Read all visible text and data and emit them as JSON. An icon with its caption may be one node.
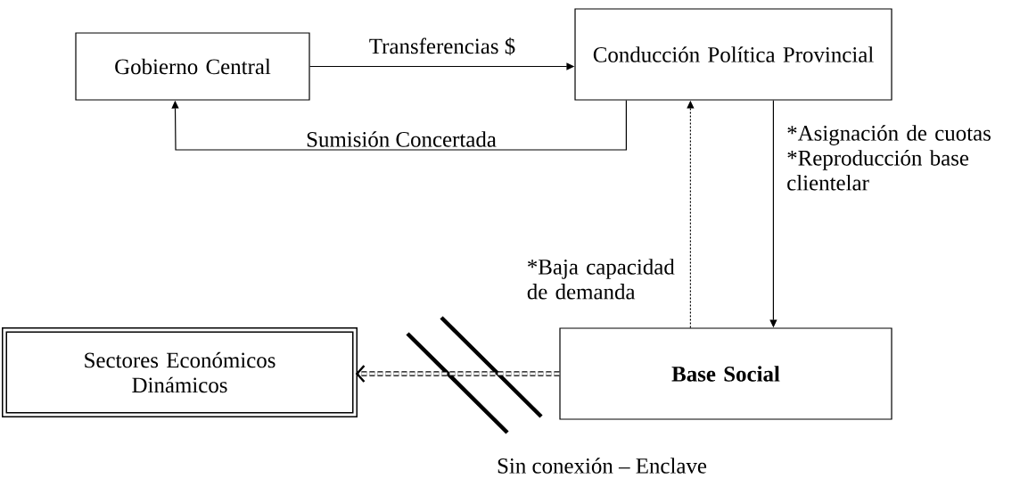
{
  "diagram": {
    "nodes": [
      {
        "text": [
          "Gobierno Central"
        ]
      },
      {
        "text": [
          "Conducción Política Provincial"
        ]
      },
      {
        "text": [
          "Base Social"
        ]
      },
      {
        "text": [
          "Sectores Económicos Dinámicos"
        ]
      }
    ],
    "edges": [
      {
        "from": 0,
        "to": 1,
        "arrow": "to",
        "label": "Transferencias $"
      },
      {
        "from": 1,
        "to": 0,
        "arrow": "to",
        "label": "Sumisión Concertada"
      },
      {
        "from": 1,
        "to": 2,
        "arrow": "to",
        "label": "*Asignación de cuotas *Reproducción base clientelar"
      },
      {
        "from": 2,
        "to": 1,
        "arrow": "to",
        "style": "dashed",
        "label": "*Baja capacidad de demanda"
      },
      {
        "from": 2,
        "to": 3,
        "arrow": "to",
        "style": "dashed",
        "label": "Sin conexión – Enclave"
      }
    ]
  }
}
